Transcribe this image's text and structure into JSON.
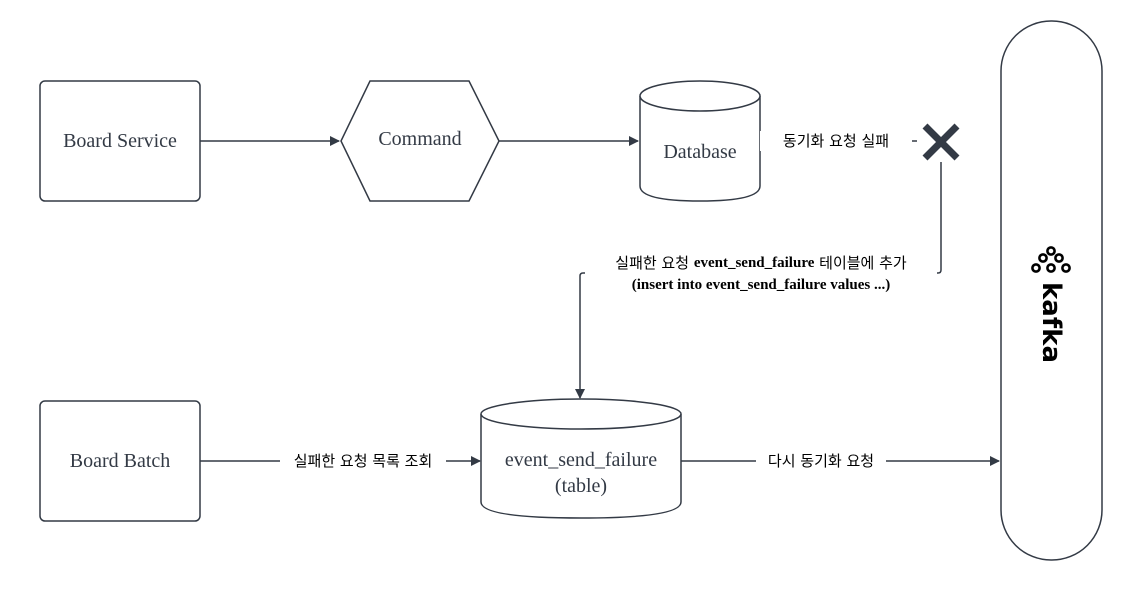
{
  "nodes": {
    "board_service": "Board Service",
    "command": "Command",
    "database": "Database",
    "board_batch": "Board Batch",
    "event_table_line1": "event_send_failure",
    "event_table_line2": "(table)",
    "kafka": "kafka"
  },
  "edges": {
    "sync_fail": "동기화 요청 실패",
    "add_failure_prefix": "실패한 요청 ",
    "add_failure_bold": "event_send_failure",
    "add_failure_suffix": " 테이블에 추가",
    "insert_sql": "(insert into event_send_failure values ...)",
    "query_failed": "실패한 요청 목록 조회",
    "resync": "다시 동기화 요청"
  },
  "icons": {
    "failure_marker": "x-mark-icon",
    "kafka_logo": "kafka-logo-icon"
  },
  "colors": {
    "stroke": "#333a45",
    "text": "#333a45",
    "failure_mark": "#333a45"
  }
}
